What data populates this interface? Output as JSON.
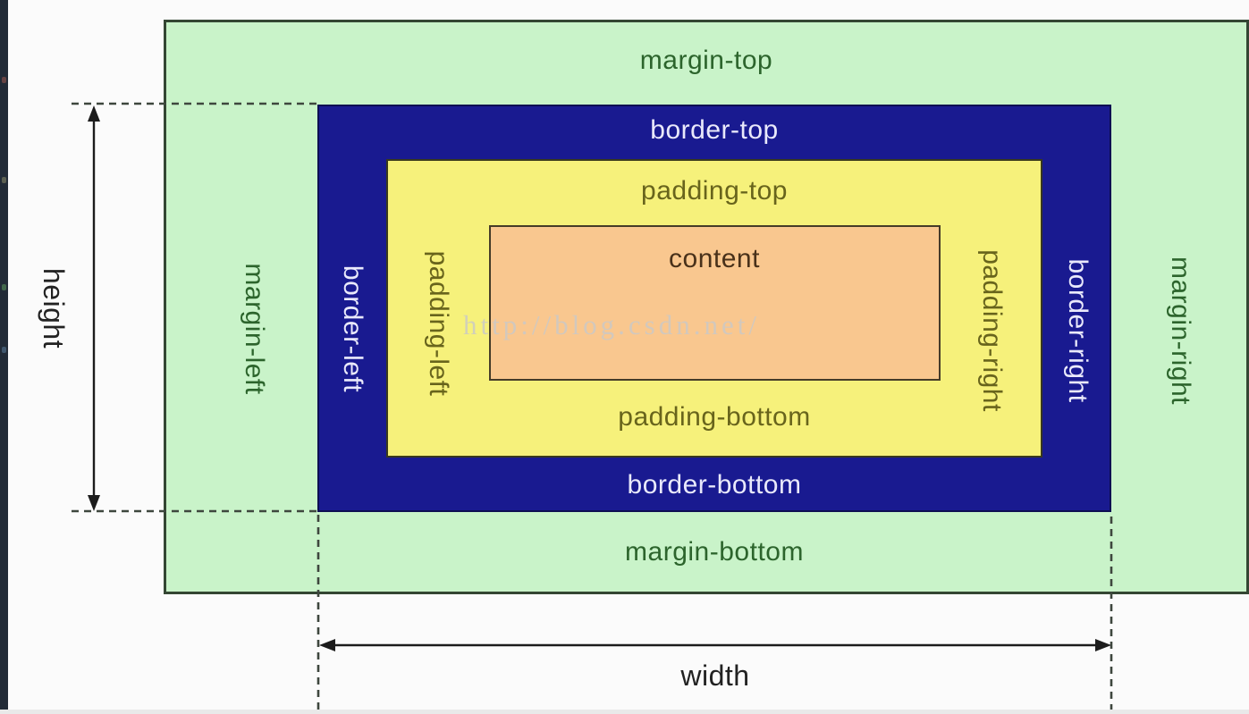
{
  "diagram": {
    "margin": {
      "top": "margin-top",
      "bottom": "margin-bottom",
      "left": "margin-left",
      "right": "margin-right",
      "fill": "#c9f3c9",
      "text_color": "#2c642c"
    },
    "border": {
      "top": "border-top",
      "bottom": "border-bottom",
      "left": "border-left",
      "right": "border-right",
      "fill": "#191a90",
      "text_color": "#e9e9fb"
    },
    "padding": {
      "top": "padding-top",
      "bottom": "padding-bottom",
      "left": "padding-left",
      "right": "padding-right",
      "fill": "#f6f17b",
      "text_color": "#68641c"
    },
    "content": {
      "label": "content",
      "fill": "#f9c78f",
      "text_color": "#49311a"
    },
    "dimensions": {
      "height_label": "height",
      "width_label": "width"
    },
    "watermark": "http://blog.csdn.net/"
  }
}
